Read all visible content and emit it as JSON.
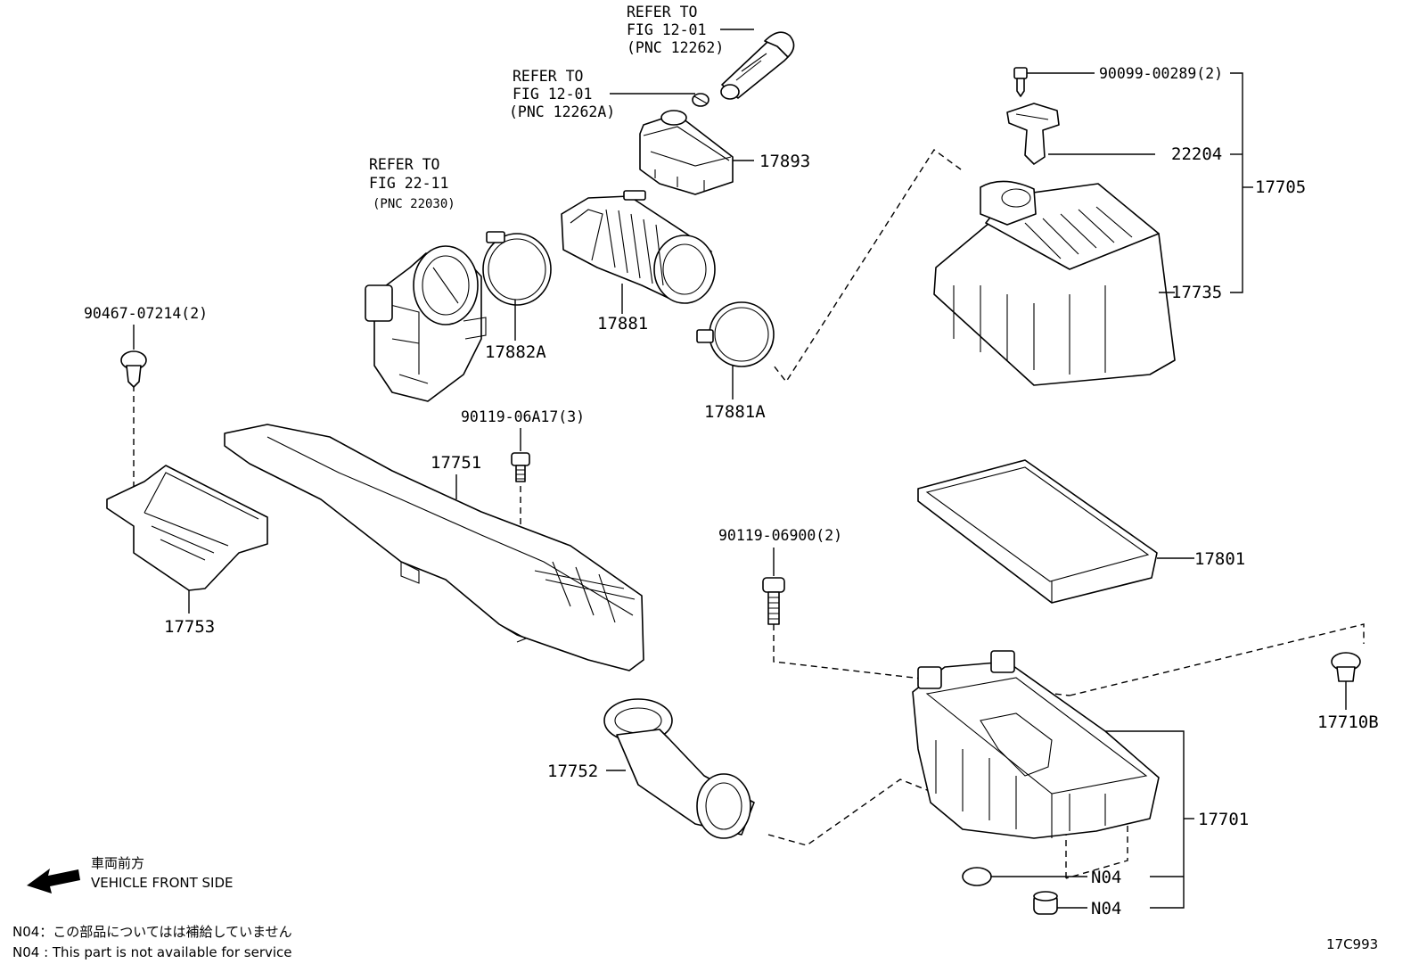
{
  "references": {
    "pnc_12262": [
      "REFER TO",
      "FIG 12-01",
      "(PNC 12262)"
    ],
    "pnc_12262a": [
      "REFER TO",
      "FIG 12-01",
      "(PNC 12262A)"
    ],
    "pnc_22030": [
      "REFER TO",
      "FIG 22-11",
      "(PNC 22030)"
    ]
  },
  "callouts": {
    "p17893": "17893",
    "p90099": "90099-00289(2)",
    "p22204": "22204",
    "p17705": "17705",
    "p17735": "17735",
    "p17882a": "17882A",
    "p17881": "17881",
    "p17881a": "17881A",
    "p90467": "90467-07214(2)",
    "p90119a": "90119-06A17(3)",
    "p17751": "17751",
    "p17753": "17753",
    "p17801": "17801",
    "p90119b": "90119-06900(2)",
    "p17710b": "17710B",
    "p17752": "17752",
    "p17701": "17701",
    "n04a": "N04",
    "n04b": "N04"
  },
  "direction": {
    "jp": "車両前方",
    "en": "VEHICLE FRONT SIDE"
  },
  "notes": {
    "jp": "N04：この部品についてはは補給していません",
    "en": "N04 : This part is not available for service"
  },
  "figure_code": "17C993"
}
